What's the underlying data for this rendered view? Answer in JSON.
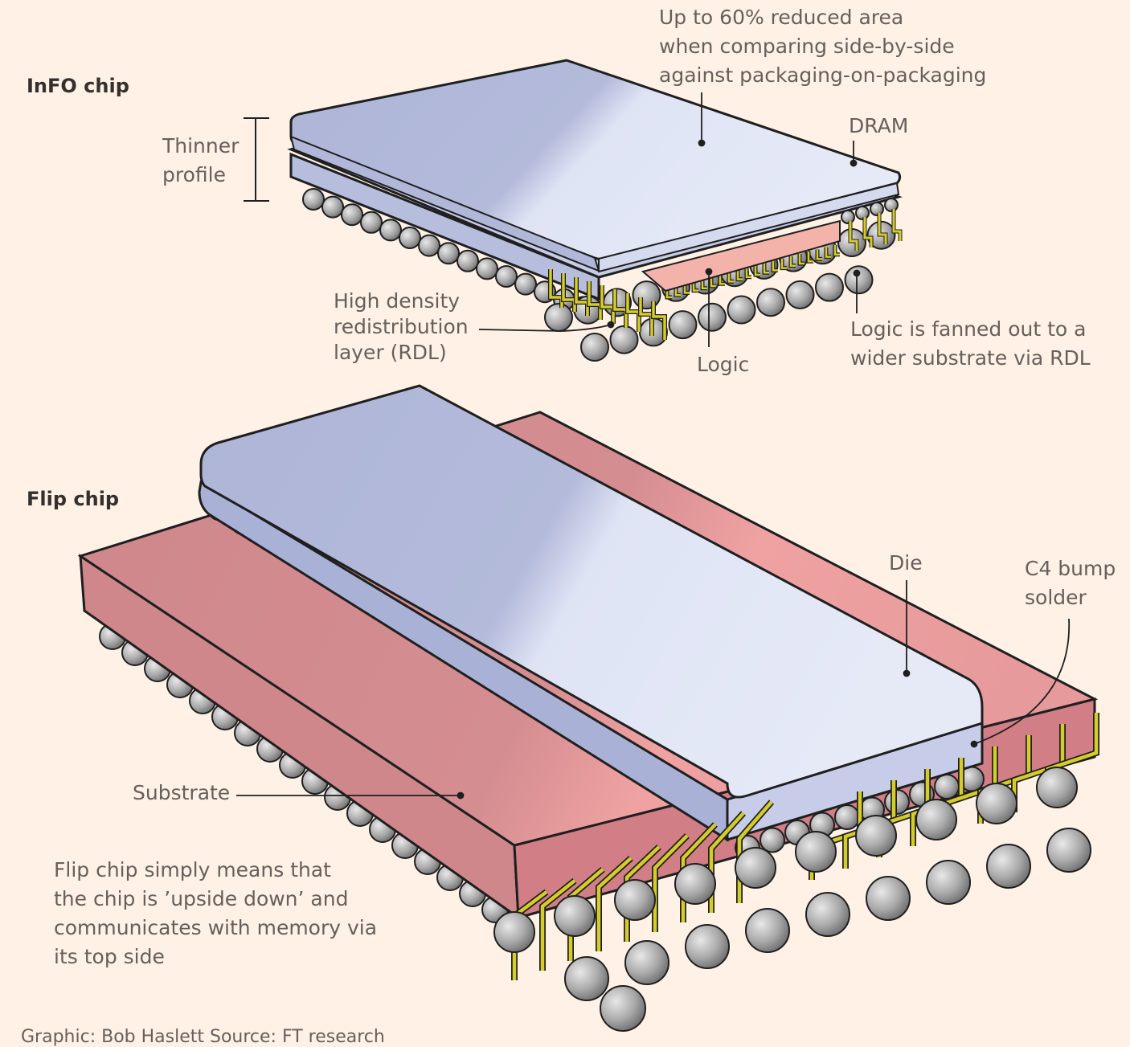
{
  "sections": {
    "info": {
      "title": "InFO chip"
    },
    "flip": {
      "title": "Flip chip"
    }
  },
  "labels": {
    "reduced_area": "Up to 60% reduced area\nwhen comparing side-by-side\nagainst packaging-on-packaging",
    "thinner_profile": "Thinner\nprofile",
    "dram": "DRAM",
    "rdl": "High density\nredistribution\nlayer (RDL)",
    "logic": "Logic",
    "fanned_out": "Logic is fanned out to a\nwider substrate via RDL",
    "die": "Die",
    "c4_bump": "C4 bump\nsolder",
    "substrate": "Substrate",
    "flip_description": "Flip chip simply means that\nthe chip is ’upside down’ and\ncommunicates with memory via\nits top side"
  },
  "credit": "Graphic: Bob Haslett   Source: FT research",
  "colors": {
    "background": "#fff1e5",
    "die_blue": "#b0b7d8",
    "die_light": "#dde2f4",
    "substrate_red": "#d0878c",
    "substrate_light": "#f0a3a3",
    "trace_yellow": "#d4cc2a",
    "ball_grey": "#9a9a9a"
  }
}
